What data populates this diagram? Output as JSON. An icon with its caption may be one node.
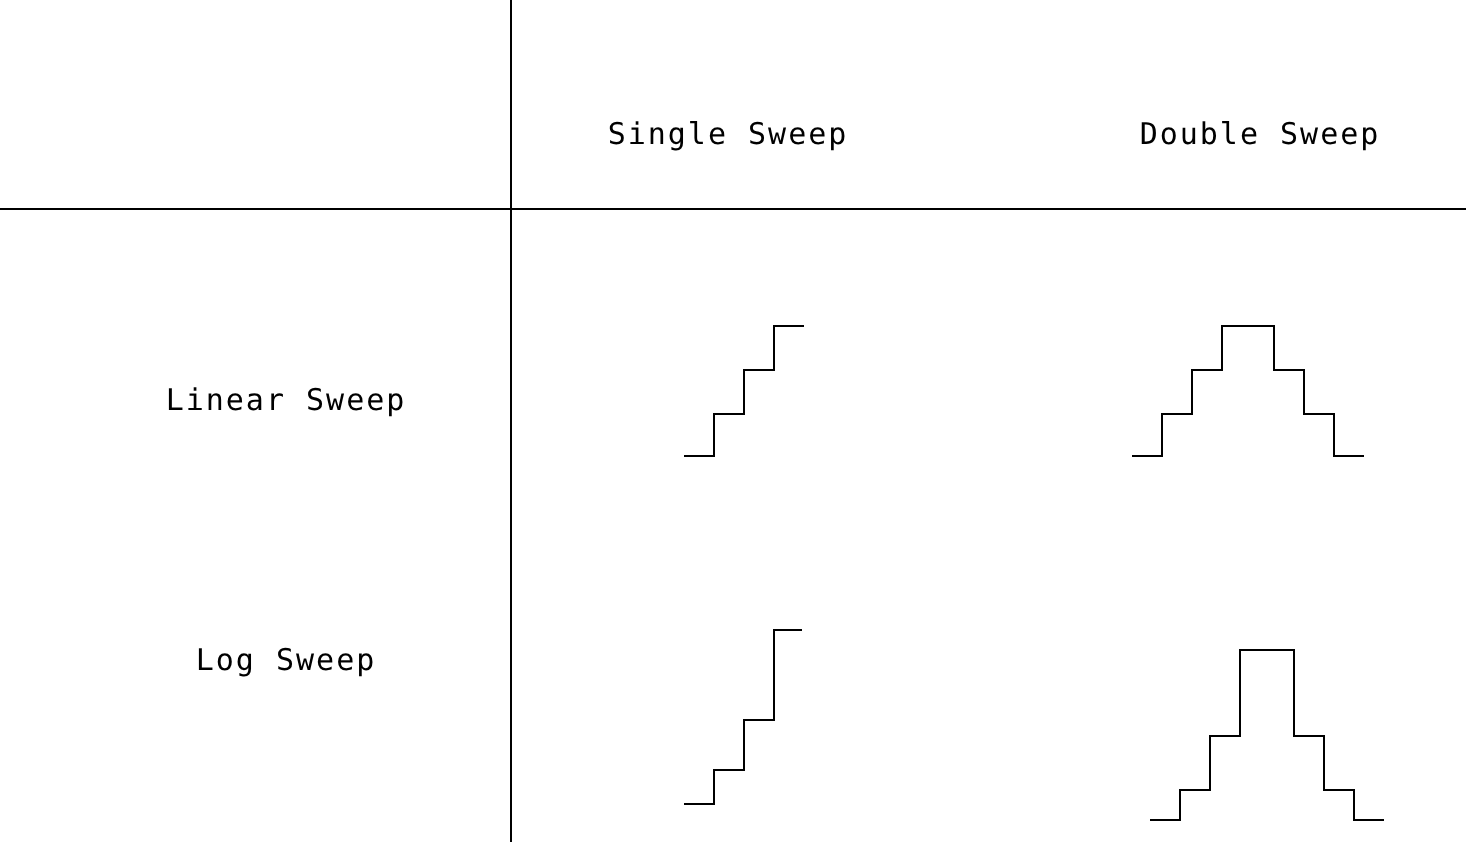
{
  "diagram": {
    "labels": [
      "Single Sweep",
      "Double Sweep",
      "Linear Sweep",
      "Log Sweep"
    ]
  }
}
